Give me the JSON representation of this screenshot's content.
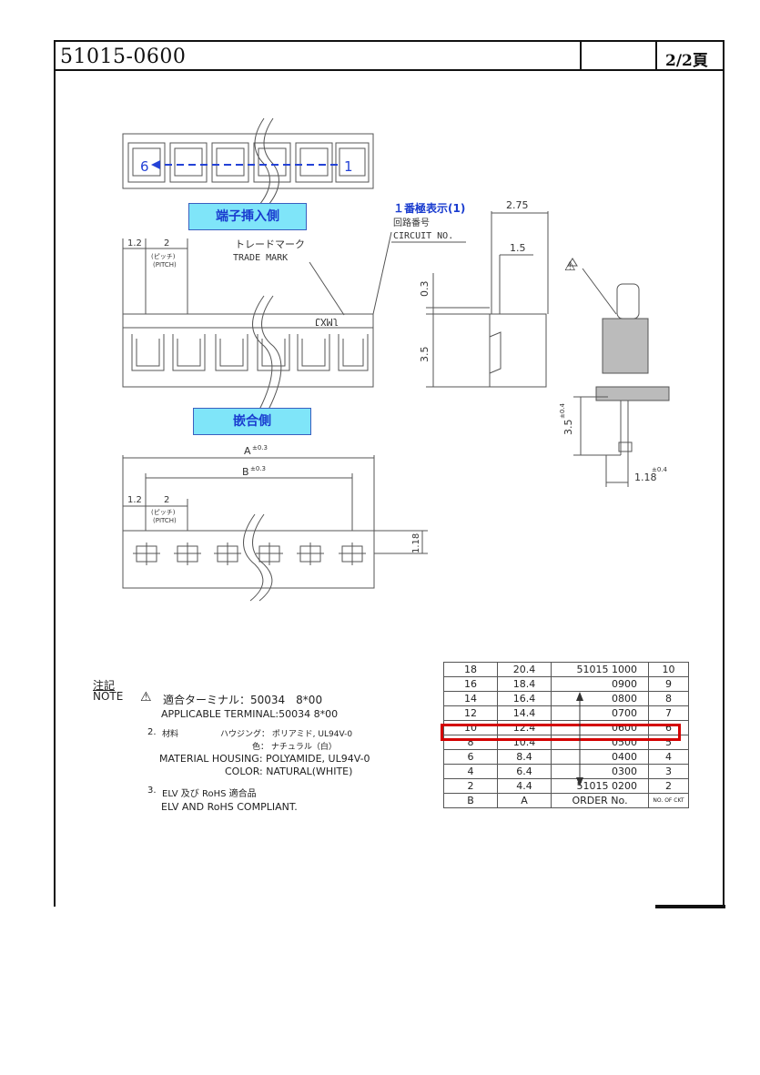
{
  "header": {
    "title": "51015-0600",
    "page": "2/2頁"
  },
  "labels": {
    "insert_side": "端子挿入側",
    "mating_side": "嵌合側",
    "pin1_jp": "１番極表示(1)",
    "circuit_jp": "回路番号",
    "circuit_en": "CIRCUIT NO.",
    "trademark_jp": "トレードマーク",
    "trademark_en": "TRADE MARK",
    "pitch_jp": "(ピッチ)",
    "pitch_en": "(PITCH)",
    "marking": "lMXJ",
    "pin6": "6",
    "pin1": "1",
    "dim_1_2": "1.2",
    "dim_2": "2",
    "dim_2_75": "2.75",
    "dim_1_5": "1.5",
    "dim_0_3": "0.3",
    "dim_3_5": "3.5",
    "dim_A": "A",
    "dim_B": "B",
    "tol_0_3": "±0.3",
    "dim_1_18": "1.18",
    "dim_3_5b": "3.5",
    "tol_0_4": "±0.4",
    "dim_1_18b": "1.18",
    "tol_0_4b": "±0.4",
    "warn": "⚠"
  },
  "notes": {
    "title_jp": "注記",
    "title_en": "NOTE",
    "n1_jp": "適合ターミナル：50034　8*00",
    "n1_en": "APPLICABLE TERMINAL:50034 8*00",
    "n2_no": "2.",
    "n2_jp_a": "材料",
    "n2_jp_b": "ハウジング：  ポリアミド,  UL94V-0",
    "n2_jp_c": "色：  ナチュラル（白）",
    "n2_en_a": "MATERIAL  HOUSING: POLYAMIDE, UL94V-0",
    "n2_en_b": "COLOR: NATURAL(WHITE)",
    "n3_no": "3.",
    "n3_jp": "ELV  及び  RoHS  適合品",
    "n3_en": "ELV  AND  RoHS  COMPLIANT."
  },
  "table": {
    "rows": [
      [
        "18",
        "20.4",
        "51015  1000",
        "10"
      ],
      [
        "16",
        "18.4",
        "0900",
        "9"
      ],
      [
        "14",
        "16.4",
        "0800",
        "8"
      ],
      [
        "12",
        "14.4",
        "0700",
        "7"
      ],
      [
        "10",
        "12.4",
        "0600",
        "6"
      ],
      [
        "8",
        "10.4",
        "0500",
        "5"
      ],
      [
        "6",
        "8.4",
        "0400",
        "4"
      ],
      [
        "4",
        "6.4",
        "0300",
        "3"
      ],
      [
        "2",
        "4.4",
        "51015  0200",
        "2"
      ]
    ],
    "header": [
      "B",
      "A",
      "ORDER No.",
      "NO. OF CKT"
    ],
    "highlight_row": 4
  },
  "colors": {
    "highlight": "#d40000",
    "label_fill": "#7fe5f9",
    "label_text": "#1a3ccf"
  }
}
